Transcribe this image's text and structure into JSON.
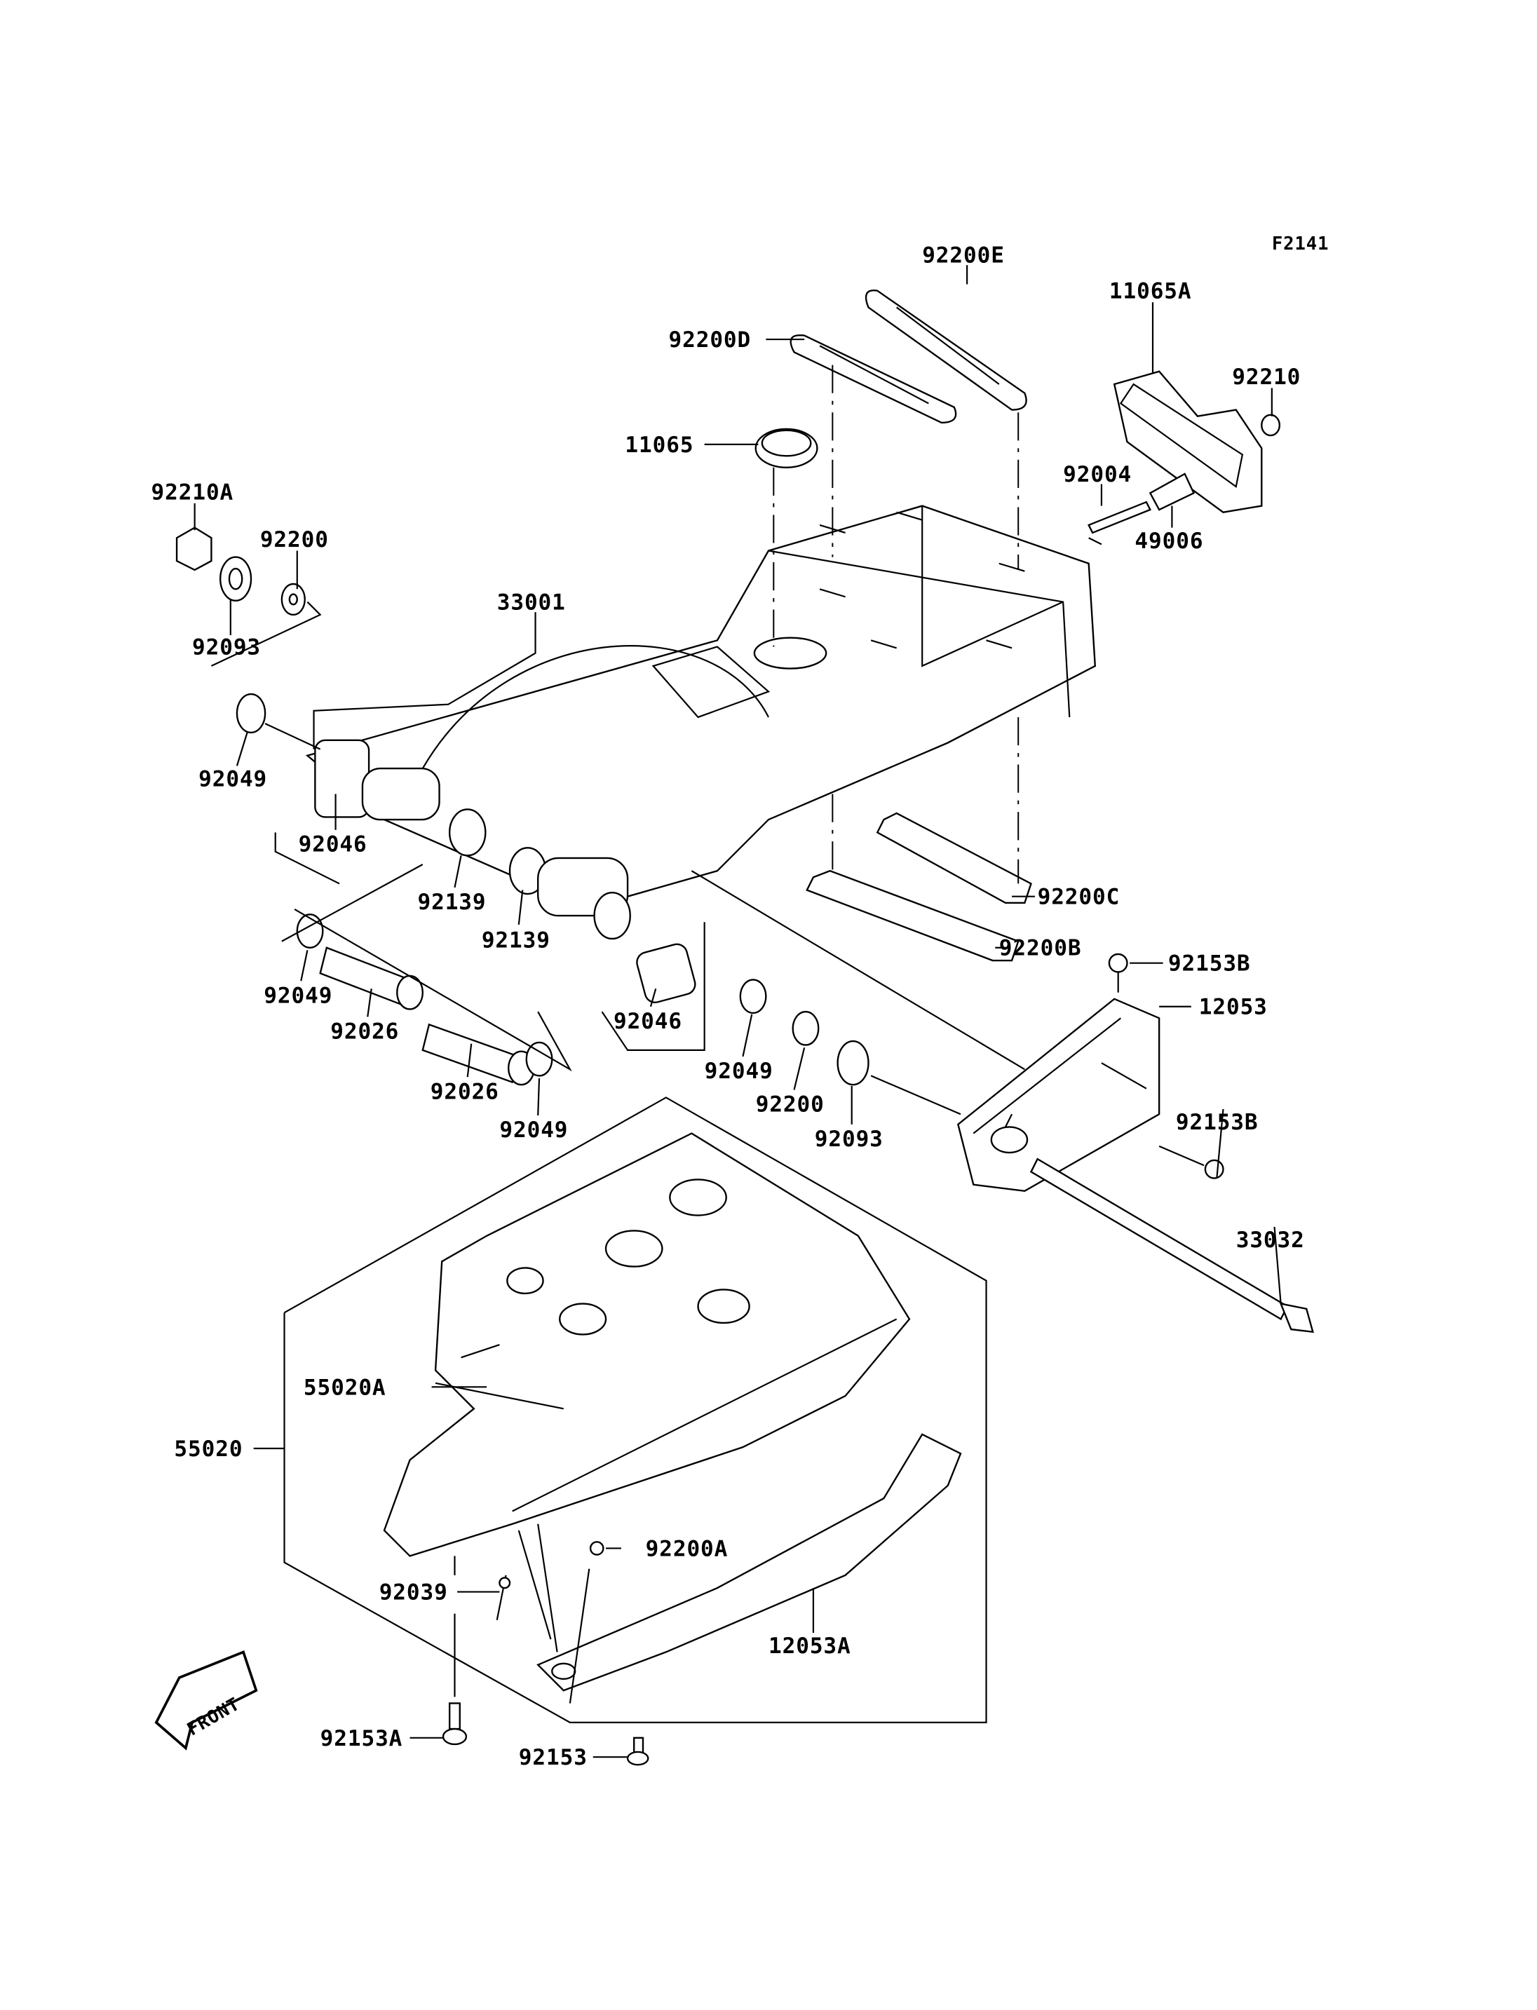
{
  "figure_code": "F2141",
  "front_arrow_label": "FRONT",
  "callouts": [
    "92200E",
    "92200D",
    "11065A",
    "92210",
    "11065",
    "92004",
    "49006",
    "92210A",
    "92200",
    "33001",
    "92093",
    "92049",
    "92046",
    "92139",
    "92139",
    "92200C",
    "92200B",
    "92153B",
    "12053",
    "92049",
    "92026",
    "92046",
    "92026",
    "92049",
    "92200",
    "92049",
    "92093",
    "92153B",
    "33032",
    "55020A",
    "55020",
    "92200A",
    "92039",
    "12053A",
    "92153A",
    "92153"
  ]
}
